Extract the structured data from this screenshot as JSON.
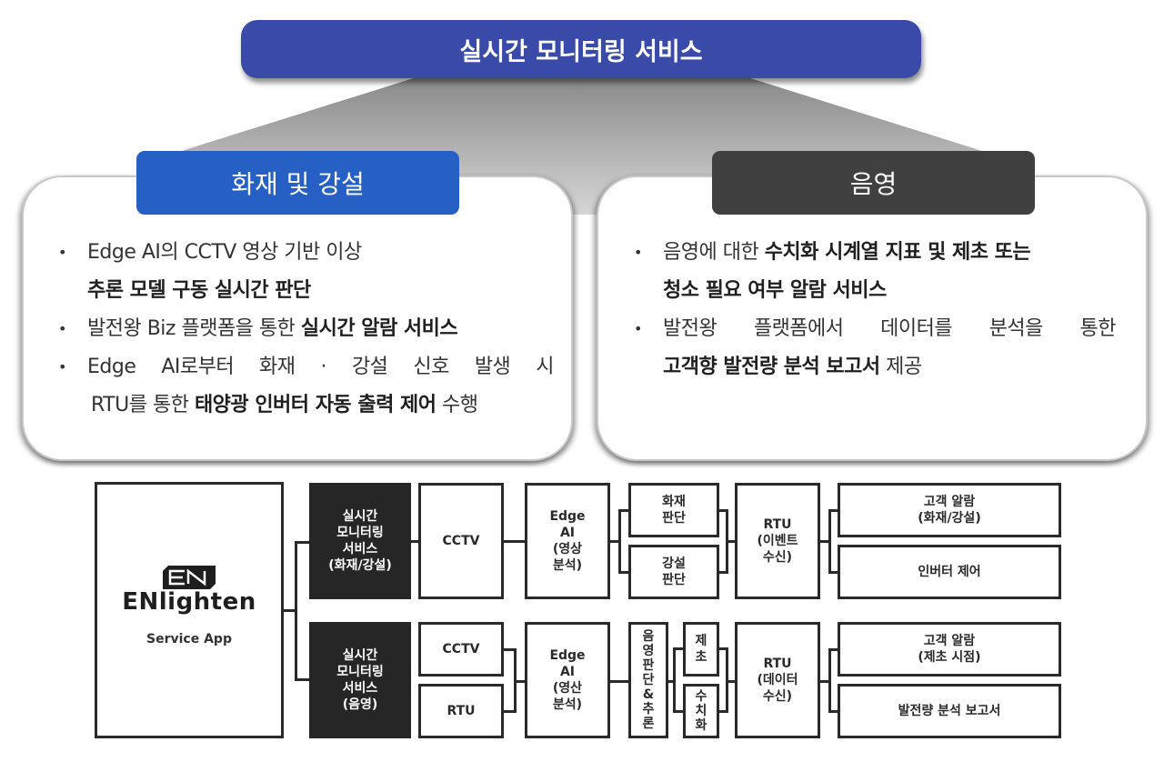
{
  "title": "실시간 모니터링 서비스",
  "colors": {
    "title_bg": "#3a4aa8",
    "left_tab_bg": "#2660c4",
    "right_tab_bg": "#404040",
    "diagram_dark_box": "#262626",
    "line": "#2a2a2a"
  },
  "left_card": {
    "tab_label": "화재 및 강설",
    "bullets": [
      {
        "line1": "Edge AI의 CCTV 영상 기반 이상",
        "line2_bold": "추론 모델  구동 실시간 판단"
      },
      {
        "normal": "발전왕 Biz 플랫폼을 통한 ",
        "bold": "실시간 알람 서비스"
      },
      {
        "line1_words": [
          "Edge",
          "AI로부터",
          "화재",
          "·",
          "강설",
          "신호",
          "발생",
          "시"
        ],
        "line2_normal_a": "RTU를 통한 ",
        "line2_bold": "태양광 인버터 자동 출력 제어",
        "line2_normal_b": " 수행"
      }
    ]
  },
  "right_card": {
    "tab_label": "음영",
    "bullets": [
      {
        "normal": "음영에 대한 ",
        "bold_line1": "수치화 시계열 지표 및 제초 또는",
        "bold_line2": "청소 필요 여부 알람 서비스"
      },
      {
        "line1_words": [
          "발전왕",
          "플랫폼에서",
          "데이터를",
          "분석을",
          "통한"
        ],
        "line2_bold": "고객향 발전량 분석 보고서",
        "line2_normal": " 제공"
      }
    ]
  },
  "diagram": {
    "app": {
      "logo_glyph": "EN",
      "brand": "ENlighten",
      "subtitle": "Service App"
    },
    "row1": {
      "service": [
        "실시간",
        "모니터링",
        "서비스",
        "(화재/강설)"
      ],
      "source": "CCTV",
      "edge_ai": [
        "Edge",
        "AI",
        "(영상",
        "분석)"
      ],
      "judge_fire": [
        "화재",
        "판단"
      ],
      "judge_snow": [
        "강설",
        "판단"
      ],
      "rtu": [
        "RTU",
        "(이벤트",
        "수신)"
      ],
      "out1": [
        "고객 알람",
        "(화재/강설)"
      ],
      "out2": "인버터 제어"
    },
    "row2": {
      "service": [
        "실시간",
        "모니터링",
        "서비스",
        "(음영)"
      ],
      "source_cctv": "CCTV",
      "source_rtu": "RTU",
      "edge_ai": [
        "Edge",
        "AI",
        "(영산",
        "분석)"
      ],
      "judge_vertical": [
        "음",
        "영",
        "판",
        "단",
        "&",
        "추",
        "론"
      ],
      "weeding": [
        "제",
        "초"
      ],
      "quantify": [
        "수",
        "치",
        "화"
      ],
      "rtu": [
        "RTU",
        "(데이터",
        "수신)"
      ],
      "out1": [
        "고객 알람",
        "(제초 시점)"
      ],
      "out2": "발전량 분석 보고서"
    }
  }
}
